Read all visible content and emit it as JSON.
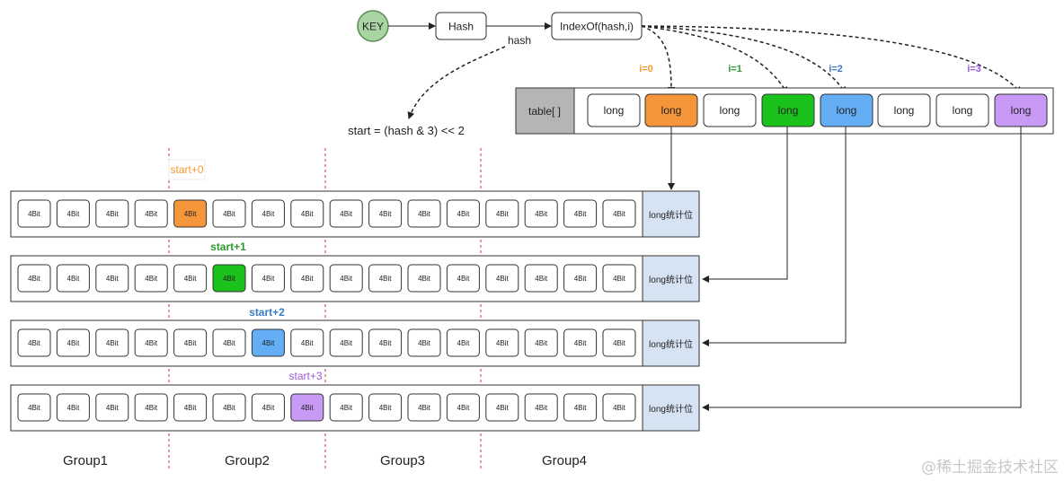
{
  "nodes": {
    "key": "KEY",
    "hash": "Hash",
    "indexof": "IndexOf(hash,i)",
    "hash_edge_label": "hash",
    "start_formula": "start = (hash & 3) << 2"
  },
  "table": {
    "label": "table[ ]",
    "cells": [
      "long",
      "long",
      "long",
      "long",
      "long",
      "long",
      "long",
      "long"
    ],
    "index_labels": [
      "i=0",
      "i=1",
      "i=2",
      "i=3"
    ]
  },
  "rows": {
    "cell_label": "4Bit",
    "counter_label": "long统计位",
    "start_labels": [
      "start+0",
      "start+1",
      "start+2",
      "start+3"
    ]
  },
  "groups": [
    "Group1",
    "Group2",
    "Group3",
    "Group4"
  ],
  "watermark": "@稀土掘金技术社区",
  "colors": {
    "key_fill": "#a8d5a2",
    "orange": "#f5963a",
    "green": "#1cc21c",
    "blue": "#63aef5",
    "purple": "#c99af5",
    "table_label_fill": "#b5b5b5",
    "counter_fill": "#d5e3f3",
    "orange_text": "#f59a2e",
    "green_text": "#2c9a2c",
    "blue_text": "#3a7cc2",
    "purple_text": "#9a5ad6"
  }
}
